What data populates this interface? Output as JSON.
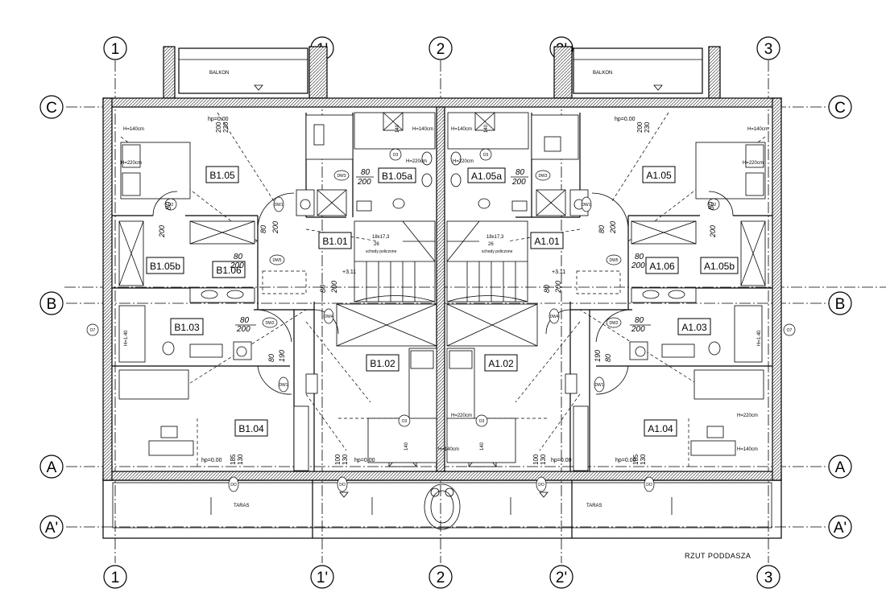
{
  "drawing_title": "RZUT PODDASZA",
  "grid_axes": {
    "vertical": [
      "1",
      "1'",
      "2",
      "2'",
      "3"
    ],
    "horizontal": [
      "C",
      "B",
      "A",
      "A'"
    ]
  },
  "rooms": [
    {
      "id": "B1.05"
    },
    {
      "id": "B1.05a"
    },
    {
      "id": "B1.05b"
    },
    {
      "id": "B1.06"
    },
    {
      "id": "B1.01"
    },
    {
      "id": "B1.03"
    },
    {
      "id": "B1.02"
    },
    {
      "id": "B1.04"
    },
    {
      "id": "A1.05"
    },
    {
      "id": "A1.05a"
    },
    {
      "id": "A1.05b"
    },
    {
      "id": "A1.06"
    },
    {
      "id": "A1.01"
    },
    {
      "id": "A1.03"
    },
    {
      "id": "A1.02"
    },
    {
      "id": "A1.04"
    }
  ],
  "door_tags": {
    "dw1": "DW1",
    "dw2": "DW2",
    "dw3": "DW3",
    "dw4": "DW4",
    "dw5": "DW5",
    "do": "DO",
    "d2": "D2",
    "o7": "O7",
    "o3": "O3"
  },
  "door_sizes": {
    "w80": "80",
    "h200": "200",
    "h190": "190"
  },
  "window_sizes": {
    "w100": "100",
    "h230": "230",
    "h200": "200",
    "h185": "185",
    "h130": "130",
    "h140": "140"
  },
  "sill_heights": {
    "h140": "H=140cm",
    "h220": "H=220cm",
    "hp000": "hp=0.00",
    "h1140": "H=1.40"
  },
  "levels": {
    "l311": "+3.11"
  },
  "stairs": {
    "spec": "18x17,3",
    "treads": "26",
    "note": "schody policzone"
  },
  "labels": {
    "balkon": "BALKON",
    "taras": "TARAS"
  }
}
